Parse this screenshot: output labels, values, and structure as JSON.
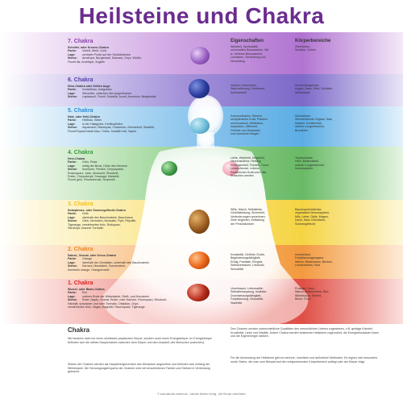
{
  "title": "Heilsteine und Chakra",
  "headers": {
    "eigenschaften": "Eigenschaften",
    "koerperbereiche": "Körperbereiche"
  },
  "colors": {
    "title": "#6a2c8f",
    "c7": "#8e44ad",
    "c6": "#5b3fa8",
    "c5": "#2e8fd6",
    "c4": "#3a9a3a",
    "c3": "#f2c21b",
    "c2": "#f0861a",
    "c1": "#d9261c"
  },
  "chakras": [
    {
      "title": "7. Chakra",
      "lines": [
        {
          "label": "",
          "text": "Scheitel- oder Kronen-Chakra"
        },
        {
          "label": "Farbe:",
          "text": "Violett, Weiß, Gold"
        },
        {
          "label": "Lage:",
          "text": "zentraler Punkt auf der Schädeldecke"
        },
        {
          "label": "Steine:",
          "text": "Amethyst, Bergkristall, Diamant, Onyx, Weiße,"
        },
        {
          "label": "",
          "text": "Fluorit lila, Amethyst, Sugilith"
        }
      ],
      "eig": "Weisheit, Spiritualität,\nuniverselles Bewusstsein, Wil-\nle, höheres Bewusstsein,\nLoslassen, Verbindung und\nNeuanfang",
      "kb": "Zirbeldrüse,\nSchädel, Gehirn"
    },
    {
      "title": "6. Chakra",
      "lines": [
        {
          "label": "",
          "text": "Stirn-Chakra oder Drittes Auge"
        },
        {
          "label": "Farbe:",
          "text": "Dunkelblau, Indigoblau"
        },
        {
          "label": "Lage:",
          "text": "Stirnmitte, zwischen den Augenbrauen"
        },
        {
          "label": "Steine:",
          "text": "Lapislazuli, Fluorit, Sodalith, Azurit, Aventurin, Bergkristall"
        }
      ],
      "eig": "Intuition, Erkenntnis,\nWahrnehmung, Drehmann,\nAchtsamkeit",
      "kb": "Hirnanhangsdrüse,\nAugen, Nase, Stirn, Schläfen,\nWirbelsäule"
    },
    {
      "title": "5. Chakra",
      "lines": [
        {
          "label": "",
          "text": "Hals- oder Kehl-Chakra"
        },
        {
          "label": "Farbe:",
          "text": "Hellblau, Silber"
        },
        {
          "label": "Lage:",
          "text": "in der Halsgrube, Kehlkopfhöhe"
        },
        {
          "label": "Steine:",
          "text": "Aquamarin, Blautopas, Chalcedon, Demantoid, Sodalith,"
        },
        {
          "label": "",
          "text": "Fluorit/Topas/Cobalt blau, Türkis, Sodalith hell, Saphir"
        }
      ],
      "eig": "Kommunikation, Stimme,\nschöpferische Kraft, Präsenz\nund Ausdruck, Motivation,\nInspiration, Offenheit,\nGefühle und Gedanken\nzum Ausdruck bringen",
      "kb": "Schilddrüse,\nStimmbildende Organe, Hals,\nNacken, Kehlbereich,\nobeere Lungenbereich,\nBronchien"
    },
    {
      "title": "4. Chakra",
      "lines": [
        {
          "label": "",
          "text": "Herz-Chakra"
        },
        {
          "label": "Farbe:",
          "text": "Grün, Rosa"
        },
        {
          "label": "Lage:",
          "text": "mittig der Brust, Höhe des Herzens"
        },
        {
          "label": "Steine:",
          "text": "Aventurin, Peridot, Chrysoprase,"
        },
        {
          "label": "",
          "text": "Rosenquarz, Jade, Amazonit, Rhodonit,"
        },
        {
          "label": "",
          "text": "Rubin, Chrysoberyll, Smaragd, Malachit,"
        },
        {
          "label": "",
          "text": "Fluorit grün, Rhodochrosit, Serpentin"
        }
      ],
      "eig": "Liebe, Wahrheit, Mitgefühl,\nHerzensnöhne, Heilung,\nGeborgenheit, Frieden, Treue,\nLebensfreude, Lebens,\nPersönlicher Kraft und Fülle,\nErwachen werden",
      "kb": "Thymusdrüse,\nHerz, Blutkreislauf,\nunterer Lungenbereich,\nImmunsystem"
    },
    {
      "title": "3. Chakra",
      "lines": [
        {
          "label": "",
          "text": "Solarplexus- oder Sonnengeflecht-Chakra"
        },
        {
          "label": "Farbe:",
          "text": "Gelb"
        },
        {
          "label": "Lage:",
          "text": "oberhalb des Bauchnabels, Bauchraum"
        },
        {
          "label": "Steine:",
          "text": "Citrin, Bernstein, Mookaite, Pyrit, Rhyolith,"
        },
        {
          "label": "",
          "text": "Tigerauge, versteinertes Holz, Rutilquarz,"
        },
        {
          "label": "",
          "text": "Sardonyx, brauner Turmalin"
        }
      ],
      "eig": "Wille, Macht, Selbstliebe,\nGefühlsbildung, Sicherheit,\nVeränderungen annehmen,\nZiele beginnen, Entfaltung\nder Persönlichkeit",
      "kb": "Bauchspeicheldrüse,\nvegetatives Nervensystem,\nMilz, Leber, Galle, Magen,\nDarm, Haut, Dünndarm,\nSonnengeflecht"
    },
    {
      "title": "2. Chakra",
      "lines": [
        {
          "label": "",
          "text": "Sakral-, Sexual- oder Kreuz-Chakra"
        },
        {
          "label": "Farbe:",
          "text": "Orange"
        },
        {
          "label": "Lage:",
          "text": "oberhalb der Genitalien, unterhalb des Bauchnabels"
        },
        {
          "label": "Steine:",
          "text": "Karneol, Mondstein, Sonnenstein,"
        },
        {
          "label": "",
          "text": "Aventurin orange, Orangencalcit"
        }
      ],
      "eig": "Kreativität, Gefühle, Erotik,\nBegeisterungsfähigkeit,\nErfolg, Fantasie, Ehrgeiz,\nSelbstvertrauen, Urschuld,\nSexualität",
      "kb": "Keimdrüsen,\nFortpflanzungsorgane,\nNieren, Blasenraum, Becken,\nLendenwirbel, Haut"
    },
    {
      "title": "1. Chakra",
      "lines": [
        {
          "label": "",
          "text": "Wurzel- oder Basis-Chakra"
        },
        {
          "label": "Farbe:",
          "text": "Rot"
        },
        {
          "label": "Lage:",
          "text": "unteres Ende der Wirbelsäule, Steiß- und Kreuzbein"
        },
        {
          "label": "Steine:",
          "text": "Roter Jaspis, Granat, Rubin, roter Karneol, Feuerquarz, Rhodonit,"
        },
        {
          "label": "",
          "text": "Hämatit, schwarzer und roter Turmalin, Obsidian, Onyx,"
        },
        {
          "label": "",
          "text": "versteinertes Holz, Gagat, Magnetit, Rauchquarz, Tigerauge"
        }
      ],
      "eig": "Urvertrauen, Lebenswille,\nSelbstbehauptung, Instinkte,\nDurchsetzungsfähigkeit,\nFortpflanzung, Sexualität,\nStabilität",
      "kb": "Prostata, Darm,\nNieren, Nebennieren, Blut,\nWirbelsäule, Skelett,\nBeine, Füße"
    }
  ],
  "bottom": {
    "title": "Chakra",
    "left1": "Wir besitzen nicht nur einen sichtbaren physischen Körper, sondern auch einen Energiekörper. Im Energiekörper befinden sich die sieben Hauptchakren zwischen dem Körper und dem Ausstoß des Menschen (zwischen).",
    "left2": "Sieben der Chakren werden als Hauptenergiezentren des Menschen angesehen und befinden sich entlang der Wirbelsäule. Die Schwingungsfrequenz der Chakren wird mit verschiedenen Farben und Steinen in Verbindung gebracht.",
    "right1": "Den Chakren werden unterschiedliche Qualitäten des menschlichen Lebens zugewiesen, z.B. geistige Klarheit, Kreativität, Liebe und Vitalität. Jedem Chakra werden bestimmte Heilsteine zugeordnet, die Energieblockaden lösen und die Eigenenergie stärken.",
    "right2": "Für die Anwendung der Heilsteine gibt es mehrere, innerliche und äußerliche Methoden. Es eignen sich besonders runde Steine, die man zum Beispiel auf den entsprechenden Körperbereich auflegt oder am Körper trägt."
  },
  "footer": "© www.aktuelle-medien.de · Aktuelle Medien Verlag · Alle Rechte vorbehalten"
}
